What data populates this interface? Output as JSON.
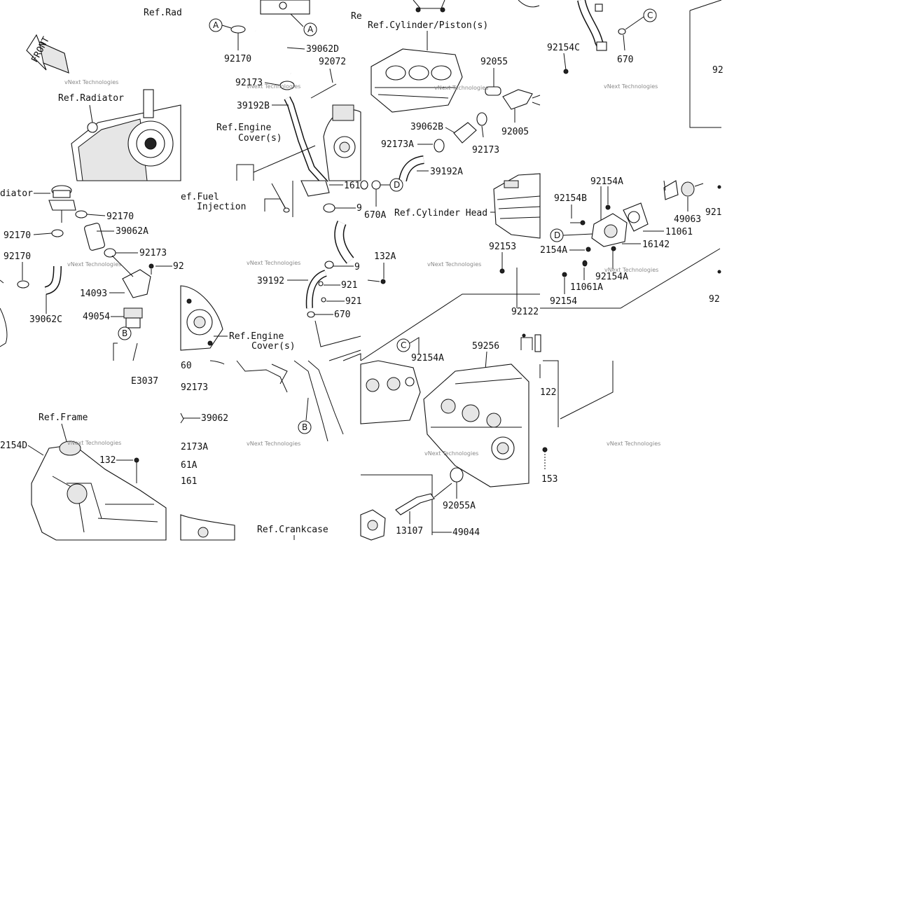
{
  "refs": {
    "radiator_top": "Ref.Rad",
    "radiator": "Ref.Radiator",
    "radiator_left": "diator",
    "cylinder_piston": "Ref.Cylinder/Piston(s)",
    "engine_cover_1": "Ref.Engine",
    "engine_cover_1b": "Cover(s)",
    "fuel": "ef.Fuel",
    "injection": "Injection",
    "cylinder_head": "Ref.Cylinder Head",
    "engine_cover_2": "Ref.Engine",
    "engine_cover_2b": "Cover(s)",
    "frame": "Ref.Frame",
    "crankcase": "Ref.Crankcase",
    "re_cut": "Re"
  },
  "front_label": "FRONT",
  "diagram_code": "E3037",
  "watermark": "vNext Technologies",
  "callouts": {
    "A": "A",
    "B": "B",
    "C": "C",
    "D": "D"
  },
  "parts": {
    "p1": "92170",
    "p2": "39062D",
    "p3": "92072",
    "p4": "92173",
    "p5": "39192B",
    "p6": "92055",
    "p7": "92005",
    "p8": "39062B",
    "p9": "92173A",
    "p10": "92173",
    "p11": "39192A",
    "p12": "92154C",
    "p13": "670",
    "p14": "92",
    "p15": "92170",
    "p16": "39062A",
    "p17": "92170",
    "p18": "92173",
    "p19": "92170",
    "p20": "92",
    "p21": "14093",
    "p22": "39062C",
    "p23": "49054",
    "p24": "161",
    "p25": "9",
    "p26": "670A",
    "p27": "132A",
    "p28": "9",
    "p29": "39192",
    "p30": "921",
    "p31": "921",
    "p32": "670",
    "p33": "92153",
    "p34": "92122",
    "p35": "92154A",
    "p36": "92154B",
    "p37": "49063",
    "p38": "921",
    "p39": "11061",
    "p40": "2154A",
    "p41": "16142",
    "p42": "92154A",
    "p43": "11061A",
    "p44": "92154",
    "p45": "92",
    "p46": "59256",
    "p47": "92154A",
    "p48": "60",
    "p49": "92173",
    "p50": "39062",
    "p51": "2173A",
    "p52": "61A",
    "p53": "161",
    "p54": "2154D",
    "p55": "132",
    "p56": "122",
    "p57": "153",
    "p58": "92055A",
    "p59": "13107",
    "p60": "49044"
  }
}
